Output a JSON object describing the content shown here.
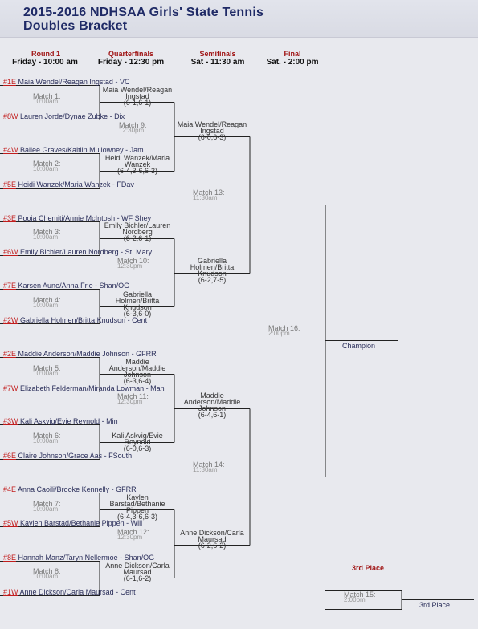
{
  "header": {
    "title_line1": "2015-2016 NDHSAA Girls' State Tennis",
    "title_line2": "Doubles Bracket"
  },
  "columns": [
    {
      "name": "Round 1",
      "time": "Friday - 10:00 am"
    },
    {
      "name": "Quarterfinals",
      "time": "Friday - 12:30 pm"
    },
    {
      "name": "Semifinals",
      "time": "Sat - 11:30 am"
    },
    {
      "name": "Final",
      "time": "Sat. - 2:00 pm"
    }
  ],
  "entries": [
    {
      "seed": "#1E",
      "text": "Maia Wendel/Reagan Ingstad - VC"
    },
    {
      "seed": "#8W",
      "text": "Lauren Jorde/Dynae Zubke - Dix"
    },
    {
      "seed": "#4W",
      "text": "Bailee Graves/Kaitlin Mullowney - Jam"
    },
    {
      "seed": "#5E",
      "text": "Heidi Wanzek/Maria Wanzek - FDav"
    },
    {
      "seed": "#3E",
      "text": "Pooja Chemiti/Annie McIntosh - WF Shey"
    },
    {
      "seed": "#6W",
      "text": "Emily Bichler/Lauren Nordberg - St. Mary"
    },
    {
      "seed": "#7E",
      "text": "Karsen Aune/Anna Frie - Shan/OG"
    },
    {
      "seed": "#2W",
      "text": "Gabriella Holmen/Britta Knudson - Cent"
    },
    {
      "seed": "#2E",
      "text": "Maddie Anderson/Maddie Johnson - GFRR"
    },
    {
      "seed": "#7W",
      "text": "Elizabeth Felderman/Miranda Lowman - Man"
    },
    {
      "seed": "#3W",
      "text": "Kali Askvig/Evie Reynold - Min"
    },
    {
      "seed": "#6E",
      "text": "Claire Johnson/Grace Aas - FSouth"
    },
    {
      "seed": "#4E",
      "text": "Anna Caoili/Brooke Kennelly - GFRR"
    },
    {
      "seed": "#5W",
      "text": "Kaylen Barstad/Bethanie Pippen - Will"
    },
    {
      "seed": "#8E",
      "text": "Hannah Manz/Taryn Nellermoe - Shan/OG"
    },
    {
      "seed": "#1W",
      "text": "Anne Dickson/Carla Maursad - Cent"
    }
  ],
  "round1_matches": [
    {
      "label": "Match 1:",
      "time": "10:00am"
    },
    {
      "label": "Match 2:",
      "time": "10:00am"
    },
    {
      "label": "Match 3:",
      "time": "10:00am"
    },
    {
      "label": "Match 4:",
      "time": "10:00am"
    },
    {
      "label": "Match 5:",
      "time": "10:00am"
    },
    {
      "label": "Match 6:",
      "time": "10:00am"
    },
    {
      "label": "Match 7:",
      "time": "10:00am"
    },
    {
      "label": "Match 8:",
      "time": "10:00am"
    }
  ],
  "round1_results": [
    {
      "winner": "Maia Wendel/Reagan Ingstad",
      "score": "(6-1,6-1)"
    },
    {
      "winner": "Heidi Wanzek/Maria Wanzek",
      "score": "(6-4,3-6,6-3)"
    },
    {
      "winner": "Emily Bichler/Lauren Nordberg",
      "score": "(6-2,6-1)"
    },
    {
      "winner": "Gabriella Holmen/Britta Knudson",
      "score": "(6-3,6-0)"
    },
    {
      "winner": "Maddie Anderson/Maddie Johnson",
      "score": "(6-3,6-4)"
    },
    {
      "winner": "Kali Askvig/Evie Reynold",
      "score": "(6-0,6-3)"
    },
    {
      "winner": "Kaylen Barstad/Bethanie Pippen",
      "score": "(6-4,3-6,6-3)"
    },
    {
      "winner": "Anne Dickson/Carla Maursad",
      "score": "(6-1,6-2)"
    }
  ],
  "qf_matches": [
    {
      "label": "Match 9:",
      "time": "12:30pm"
    },
    {
      "label": "Match 10:",
      "time": "12:30pm"
    },
    {
      "label": "Match 11:",
      "time": "12:30pm"
    },
    {
      "label": "Match 12:",
      "time": "12:30pm"
    }
  ],
  "qf_results": [
    {
      "winner": "Maia Wendel/Reagan Ingstad",
      "score": "(6-0,6-3)"
    },
    {
      "winner": "Gabriella Holmen/Britta Knudson",
      "score": "(6-2,7-5)"
    },
    {
      "winner": "Maddie Anderson/Maddie Johnson",
      "score": "(6-4,6-1)"
    },
    {
      "winner": "Anne Dickson/Carla Maursad",
      "score": "(6-2,6-2)"
    }
  ],
  "sf_matches": [
    {
      "label": "Match 13:",
      "time": "11:30am"
    },
    {
      "label": "Match 14:",
      "time": "11:30am"
    }
  ],
  "final_match": {
    "label": "Match 16:",
    "time": "2:00pm"
  },
  "champion_label": "Champion",
  "third_place": {
    "heading": "3rd Place",
    "match_label": "Match 15:",
    "match_time": "2:00pm",
    "label": "3rd Place"
  },
  "colors": {
    "seed": "#c21d1d",
    "column_header": "#a01616",
    "title": "#1f2a66",
    "line": "#222222"
  }
}
